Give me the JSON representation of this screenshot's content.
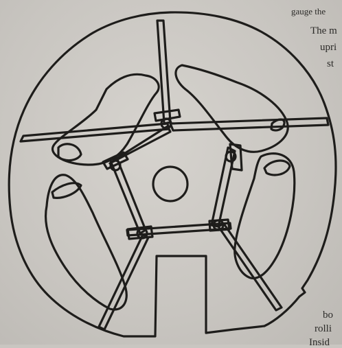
{
  "side_text": {
    "line1": "gauge the",
    "line2": "The m",
    "line3": "upri",
    "line4": "st",
    "line5": "bo",
    "line6": "rolli",
    "line7": "Insid"
  },
  "colors": {
    "paper": "#c9c6c1",
    "ink": "#1e1d1b",
    "text": "#2b2a28"
  }
}
